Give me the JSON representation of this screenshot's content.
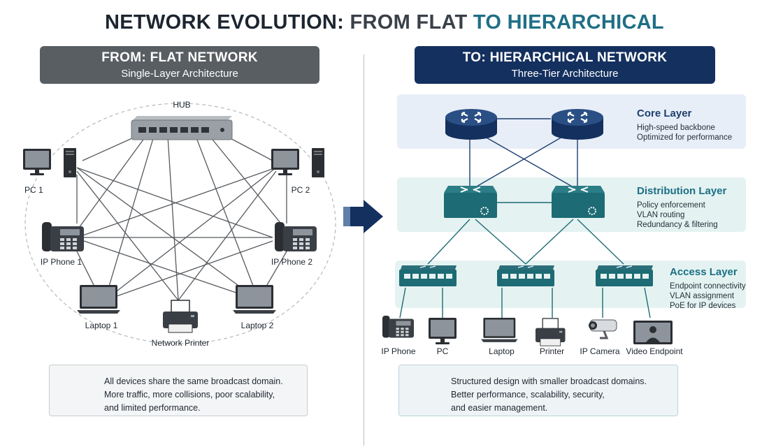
{
  "title": {
    "part1": "NETWORK EVOLUTION:",
    "part2": "FROM FLAT",
    "part3": "TO HIERARCHICAL"
  },
  "left": {
    "banner_title": "FROM: FLAT NETWORK",
    "banner_subtitle": "Single-Layer Architecture",
    "hub_label": "HUB",
    "devices": {
      "pc1": "PC 1",
      "pc2": "PC 2",
      "phone1": "IP Phone 1",
      "phone2": "IP Phone 2",
      "laptop1": "Laptop 1",
      "laptop2": "Laptop 2",
      "printer": "Network Printer"
    },
    "note_lines": [
      "All devices share the same broadcast domain.",
      "More traffic, more collisions, poor scalability,",
      "and limited performance."
    ]
  },
  "right": {
    "banner_title": "TO: HIERARCHICAL NETWORK",
    "banner_subtitle": "Three-Tier Architecture",
    "core": {
      "title": "Core Layer",
      "desc": [
        "High-speed backbone",
        "Optimized for performance"
      ]
    },
    "distribution": {
      "title": "Distribution Layer",
      "desc": [
        "Policy enforcement",
        "VLAN routing",
        "Redundancy & filtering"
      ]
    },
    "access": {
      "title": "Access Layer",
      "desc": [
        "Endpoint connectivity",
        "VLAN assignment",
        "PoE for IP devices"
      ]
    },
    "endpoints": {
      "phone": "IP Phone",
      "pc": "PC",
      "laptop": "Laptop",
      "printer": "Printer",
      "camera": "IP Camera",
      "video": "Video Endpoint"
    },
    "note_lines": [
      "Structured design with smaller broadcast domains.",
      "Better performance, scalability, security,",
      "and easier management."
    ]
  },
  "colors": {
    "core": "#1c3f6e",
    "distribution": "#1d6b74",
    "access": "#1d6b74",
    "core_title": "#1d3f6e",
    "dist_title": "#1c6f86",
    "flat_banner": "#595e63",
    "hier_banner": "#14305f"
  }
}
